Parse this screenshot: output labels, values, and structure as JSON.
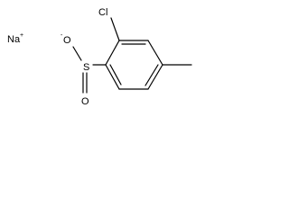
{
  "molecule": {
    "counterion": {
      "element": "Na",
      "charge": "+"
    },
    "atoms": {
      "chlorine": "Cl",
      "sulfur": "S",
      "oxide_oxygen": "O",
      "oxide_charge": "-",
      "double_bond_oxygen": "O"
    }
  }
}
